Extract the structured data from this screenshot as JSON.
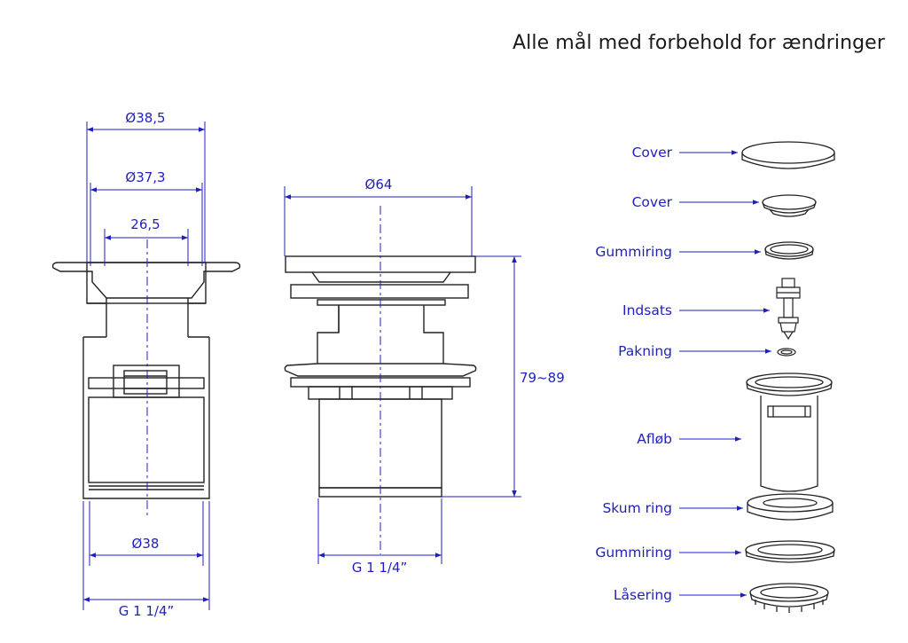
{
  "title": "Alle mål med forbehold for ændringer",
  "colors": {
    "dimension": "#1f1fbf",
    "outline": "#222222",
    "label": "#1f1fbf"
  },
  "left_view": {
    "dim_top_outer": "Ø38,5",
    "dim_top_inner": "Ø37,3",
    "dim_top_core": "26,5",
    "dim_bottom": "Ø38",
    "dim_thread": "G 1 1/4”"
  },
  "middle_view": {
    "dim_head": "Ø64",
    "dim_height": "79~89",
    "dim_thread": "G 1 1/4”"
  },
  "parts": [
    {
      "label": "Cover",
      "icon": "cover-disc-icon"
    },
    {
      "label": "Cover",
      "icon": "cover-cap-icon"
    },
    {
      "label": "Gummiring",
      "icon": "rubber-ring-icon"
    },
    {
      "label": "Indsats",
      "icon": "insert-cartridge-icon"
    },
    {
      "label": "Pakning",
      "icon": "gasket-icon"
    },
    {
      "label": "Afløb",
      "icon": "drain-body-icon"
    },
    {
      "label": "Skum ring",
      "icon": "foam-ring-icon"
    },
    {
      "label": "Gummiring",
      "icon": "rubber-washer-icon"
    },
    {
      "label": "Låsering",
      "icon": "lock-ring-icon"
    }
  ]
}
